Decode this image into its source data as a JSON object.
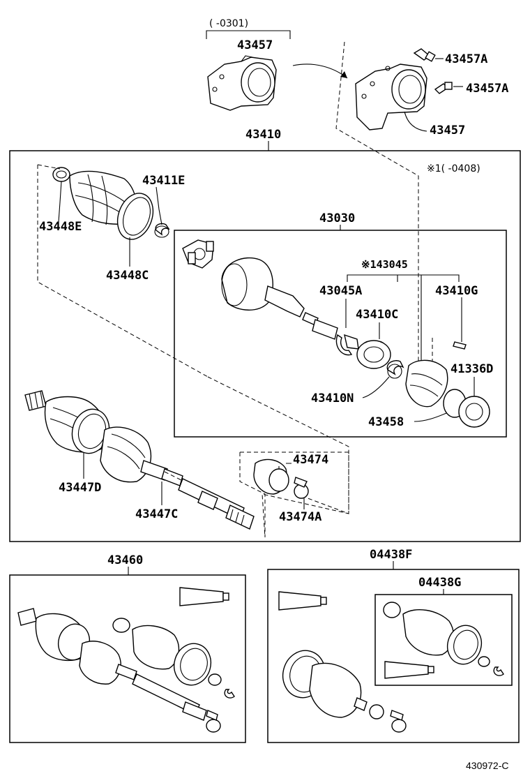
{
  "title_labels": {
    "range_0301": "(     -0301)",
    "note_0408": "※1(     -0408)",
    "ref_code": "430972-C"
  },
  "parts": {
    "p43457_top": "43457",
    "p43457A_1": "43457A",
    "p43457A_2": "43457A",
    "p43457_right": "43457",
    "p43410": "43410",
    "p43411E": "43411E",
    "p43448E": "43448E",
    "p43448C": "43448C",
    "p43030": "43030",
    "p43045": "※143045",
    "p43045A": "43045A",
    "p43410G": "43410G",
    "p43410C": "43410C",
    "p41336D": "41336D",
    "p43410N": "43410N",
    "p43458": "43458",
    "p43474": "43474",
    "p43474A": "43474A",
    "p43447D": "43447D",
    "p43447C": "43447C",
    "p43460": "43460",
    "p04438F": "04438F",
    "p04438G": "04438G"
  }
}
